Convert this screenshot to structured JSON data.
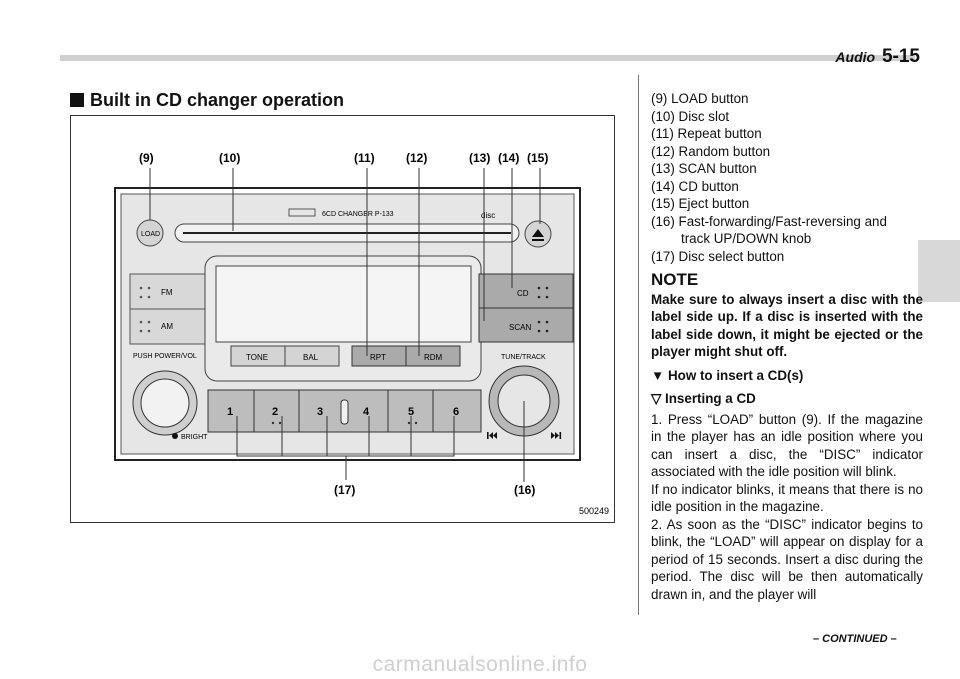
{
  "header": {
    "section": "Audio",
    "page": "5-15"
  },
  "section_heading": "Built in CD changer operation",
  "figure": {
    "callouts_top": [
      "(9)",
      "(10)",
      "(11)",
      "(12)",
      "(13)",
      "(14)",
      "(15)"
    ],
    "callouts_bottom": [
      "(17)",
      "(16)"
    ],
    "figure_id": "500249",
    "unit": {
      "load": "LOAD",
      "changer_label": "6CD CHANGER P-133",
      "disc": "disc",
      "fm": "FM",
      "am": "AM",
      "push_power_vol": "PUSH POWER/VOL",
      "tone": "TONE",
      "bal": "BAL",
      "rpt": "RPT",
      "rdm": "RDM",
      "cd": "CD",
      "scan": "SCAN",
      "tune_track": "TUNE/TRACK",
      "bright": "BRIGHT",
      "presets": [
        "1",
        "2",
        "3",
        "4",
        "5",
        "6"
      ]
    }
  },
  "legend": [
    "(9)   LOAD button",
    "(10) Disc slot",
    "(11) Repeat button",
    "(12) Random button",
    "(13) SCAN button",
    "(14) CD button",
    "(15) Eject button",
    "(16) Fast-forwarding/Fast-reversing and",
    "track UP/DOWN knob",
    "(17) Disc select button"
  ],
  "note": {
    "title": "NOTE",
    "body": "Make sure to always insert a disc with the label side up. If a disc is inserted with the label side down, it might be ejected or the player might shut off."
  },
  "subheading": "▼ How to insert a CD(s)",
  "subsubheading": "▽ Inserting a CD",
  "paragraphs": [
    "1. Press “LOAD” button (9). If the magazine in the player has an idle position where you can insert a disc, the “DISC” indicator associated with the idle position will blink.",
    "If no indicator blinks, it means that there is no idle position in the magazine.",
    "2. As soon as the “DISC” indicator begins to blink, the “LOAD” will appear on display for a period of 15 seconds. Insert a disc during the period. The disc will be then automatically drawn in, and the player will"
  ],
  "continued": "– CONTINUED –",
  "watermark": "carmanualsonline.info"
}
